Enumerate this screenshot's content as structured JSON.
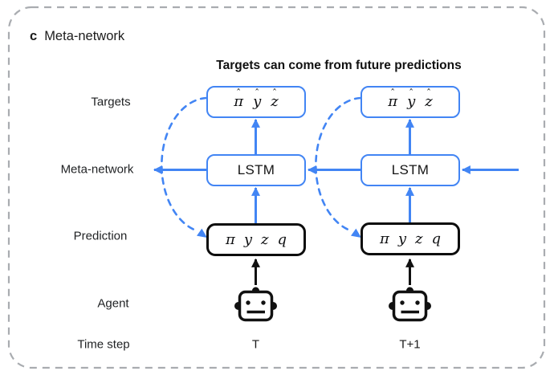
{
  "panel": {
    "index_label": "c",
    "title": "Meta-network",
    "subtitle": "Targets can come from future predictions"
  },
  "row_labels": {
    "targets": "Targets",
    "meta_network": "Meta-network",
    "prediction": "Prediction",
    "agent": "Agent",
    "time_step": "Time step"
  },
  "marks": {
    "hat": "ˆ"
  },
  "columns": [
    {
      "targets_letters": [
        "π",
        "y",
        "z"
      ],
      "lstm_label": "LSTM",
      "prediction_letters": [
        "π",
        "y",
        "z",
        "q"
      ],
      "time_step": "T"
    },
    {
      "targets_letters": [
        "π",
        "y",
        "z"
      ],
      "lstm_label": "LSTM",
      "prediction_letters": [
        "π",
        "y",
        "z",
        "q"
      ],
      "time_step": "T+1"
    }
  ],
  "icons": {
    "agent": "robot-icon"
  },
  "colors": {
    "accent_blue": "#4285F4",
    "diagram_black": "#111111",
    "panel_border_gray": "#A9ACB0",
    "text_dark": "#202124"
  }
}
